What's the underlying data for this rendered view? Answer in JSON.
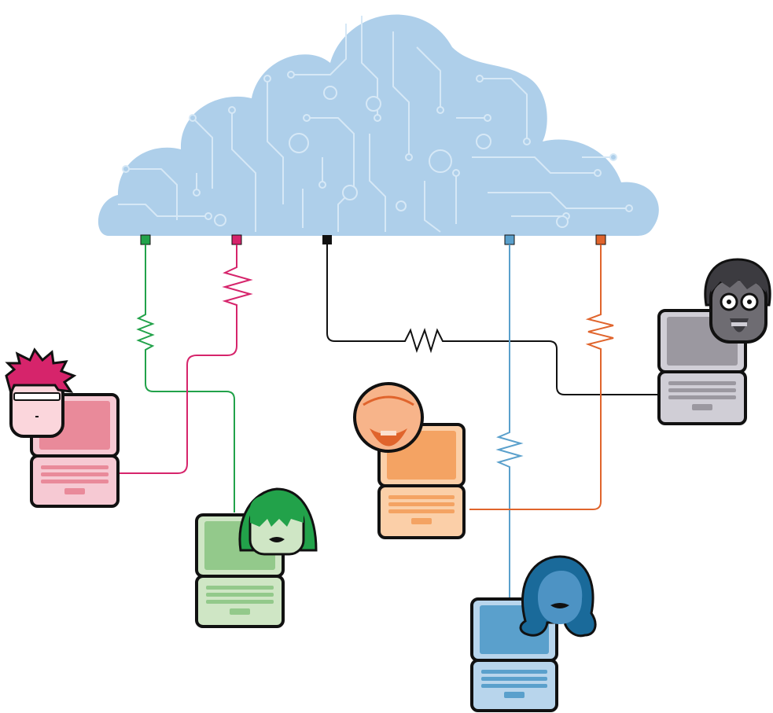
{
  "colors": {
    "cloud": "#aecfea",
    "cloud_circuit": "#d6e8f6",
    "outline": "#111111",
    "green": "#22a24a",
    "magenta": "#d6246b",
    "black": "#111111",
    "blue": "#5aa0cc",
    "orange": "#e0642c"
  },
  "nodes": [
    {
      "id": "user-magenta",
      "hair": "spiky",
      "color": "magenta"
    },
    {
      "id": "user-green",
      "hair": "bangs",
      "color": "green"
    },
    {
      "id": "user-orange",
      "hair": "bald-beard",
      "color": "orange"
    },
    {
      "id": "user-blue",
      "hair": "long-wavy",
      "color": "blue"
    },
    {
      "id": "user-gray",
      "hair": "curly-glasses-beard",
      "color": "gray"
    }
  ]
}
